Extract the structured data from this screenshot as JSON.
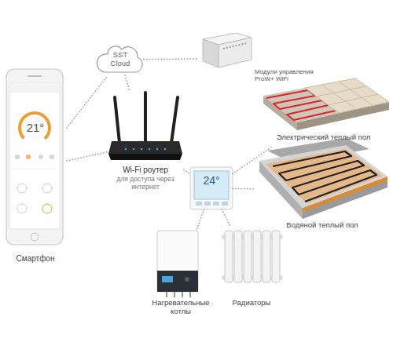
{
  "diagram": {
    "nodes": [
      {
        "text": [
          "SST Cloud"
        ]
      },
      {
        "text": [
          "Модули управления ProW+ WiFi"
        ]
      },
      {
        "text": [
          "21°",
          "Смартфон"
        ]
      },
      {
        "text": [
          "Wi-Fi роутер",
          "для доступа через интернет"
        ]
      },
      {
        "text": [
          "Электрический теплый пол"
        ]
      },
      {
        "text": [
          "24°"
        ]
      },
      {
        "text": [
          "Водяной теплый пол"
        ]
      },
      {
        "text": [
          "Нагревательные котлы"
        ]
      },
      {
        "text": [
          "Радиаторы"
        ]
      }
    ],
    "edges": [
      {
        "from": 2,
        "to": 0,
        "arrow": "none"
      },
      {
        "from": 0,
        "to": 1,
        "arrow": "none"
      },
      {
        "from": 0,
        "to": 3,
        "arrow": "none"
      },
      {
        "from": 2,
        "to": 3,
        "arrow": "none"
      },
      {
        "from": 3,
        "to": 5,
        "arrow": "none"
      },
      {
        "from": 5,
        "to": 4,
        "arrow": "none"
      },
      {
        "from": 5,
        "to": 6,
        "arrow": "none"
      },
      {
        "from": 5,
        "to": 7,
        "arrow": "none"
      },
      {
        "from": 5,
        "to": 8,
        "arrow": "none"
      }
    ]
  }
}
